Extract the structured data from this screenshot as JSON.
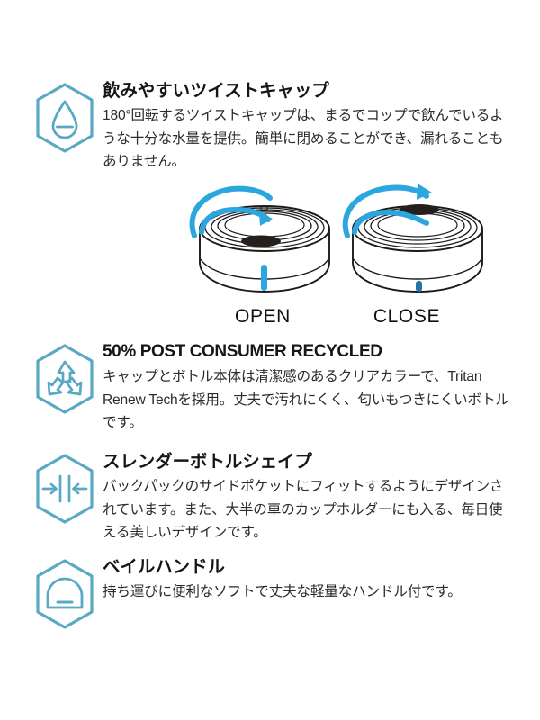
{
  "theme": {
    "icon_color": "#5AA9C4",
    "arrow_color": "#2BA6DE",
    "indicator_color": "#2BA6DE",
    "line_color": "#1a1a1a",
    "background": "#ffffff",
    "heading_color": "#161616",
    "body_color": "#2b2b2b"
  },
  "features": [
    {
      "icon": "water-droplet-icon",
      "title": "飲みやすいツイストキャップ",
      "body": "180°回転するツイストキャップは、まるでコップで飲んでいるような十分な水量を提供。簡単に閉めることができ、漏れることもありません。"
    },
    {
      "icon": "recycle-icon",
      "title": "50% POST CONSUMER RECYCLED",
      "body": "キャップとボトル本体は清潔感のあるクリアカラーで、Tritan Renew Techを採用。丈夫で汚れにくく、匂いもつきにくいボトルです。"
    },
    {
      "icon": "slender-width-icon",
      "title": "スレンダーボトルシェイプ",
      "body": "バックパックのサイドポケットにフィットするようにデザインされています。また、大半の車のカップホルダーにも入る、毎日使える美しいデザインです。"
    },
    {
      "icon": "bail-handle-icon",
      "title": "ベイルハンドル",
      "body": "持ち運びに便利なソフトで丈夫な軽量なハンドル付です。"
    }
  ],
  "illustration": {
    "left_label": "OPEN",
    "right_label": "CLOSE"
  }
}
